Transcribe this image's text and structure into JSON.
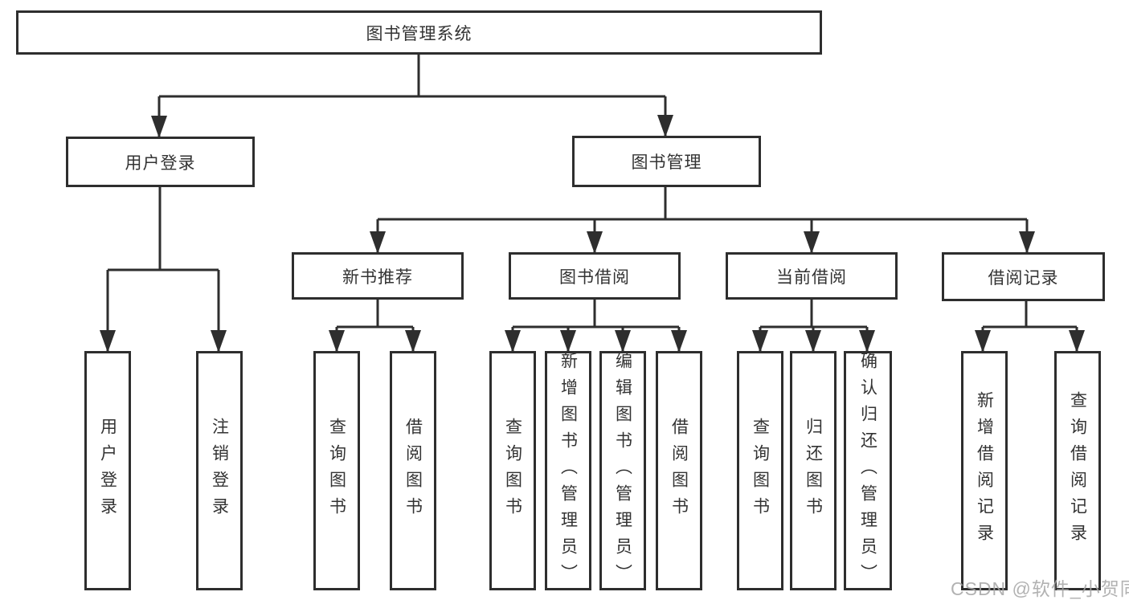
{
  "tree": {
    "label": "图书管理系统",
    "children": [
      {
        "label": "用户登录",
        "children": [
          {
            "label": "用户登录"
          },
          {
            "label": "注销登录"
          }
        ]
      },
      {
        "label": "图书管理",
        "children": [
          {
            "label": "新书推荐",
            "children": [
              {
                "label": "查询图书"
              },
              {
                "label": "借阅图书"
              }
            ]
          },
          {
            "label": "图书借阅",
            "children": [
              {
                "label": "查询图书"
              },
              {
                "label": "新增图书（管理员）"
              },
              {
                "label": "编辑图书（管理员）"
              },
              {
                "label": "借阅图书"
              }
            ]
          },
          {
            "label": "当前借阅",
            "children": [
              {
                "label": "查询图书"
              },
              {
                "label": "归还图书"
              },
              {
                "label": "确认归还（管理员）"
              }
            ]
          },
          {
            "label": "借阅记录",
            "children": [
              {
                "label": "新增借阅记录"
              },
              {
                "label": "查询借阅记录"
              }
            ]
          }
        ]
      }
    ]
  },
  "watermark": {
    "text": "CSDN @软件_小贺同学"
  },
  "colors": {
    "line": "#2e2e2e",
    "border": "#2e2e2e",
    "text": "#333333",
    "background": "#ffffff",
    "watermark": "#a5a5a5"
  }
}
